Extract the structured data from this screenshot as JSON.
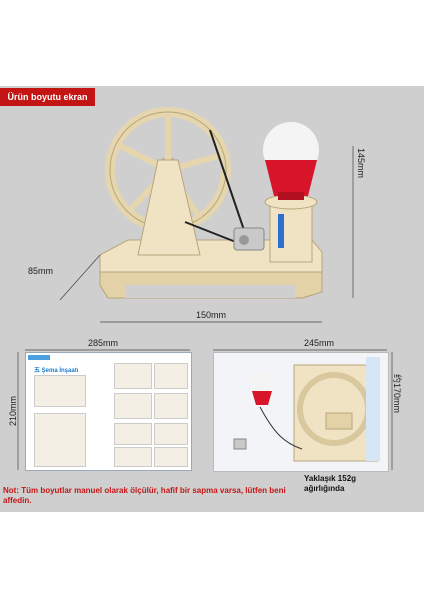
{
  "badge": {
    "label": "Ürün boyutu ekran"
  },
  "dimensions": {
    "height": "145mm",
    "depth": "85mm",
    "width": "150mm",
    "manual_width": "285mm",
    "manual_height": "210mm",
    "bag_width": "245mm",
    "bag_height": "约170mm"
  },
  "weight": {
    "line1": "Yaklaşık 152g",
    "line2": "ağırlığında"
  },
  "note": {
    "text": "Not: Tüm boyutlar manuel olarak ölçülür, hafif bir sapma varsa, lütfen beni affedin."
  },
  "manual": {
    "title": "五 Şema İnşaatı"
  },
  "colors": {
    "badge": "#c41515",
    "bulb": "#d8142a",
    "wood": "#efe3c4",
    "panel": "#cfcfcf"
  }
}
